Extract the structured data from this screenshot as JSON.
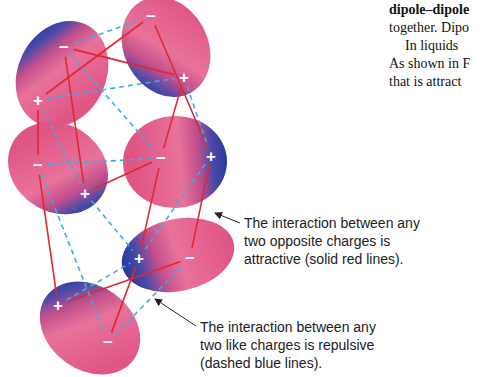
{
  "diagram": {
    "labels": [
      "dipole–dipole",
      "together. Dipo",
      "In liquids",
      "As shown in F",
      "that is attract",
      "−",
      "−",
      "+",
      "+",
      "+",
      "−",
      "−",
      "+",
      "+",
      "−",
      "+",
      "−",
      "The interaction between any two opposite charges is attractive (solid red lines).",
      "The interaction between any two like charges is repulsive (dashed blue lines)."
    ]
  }
}
